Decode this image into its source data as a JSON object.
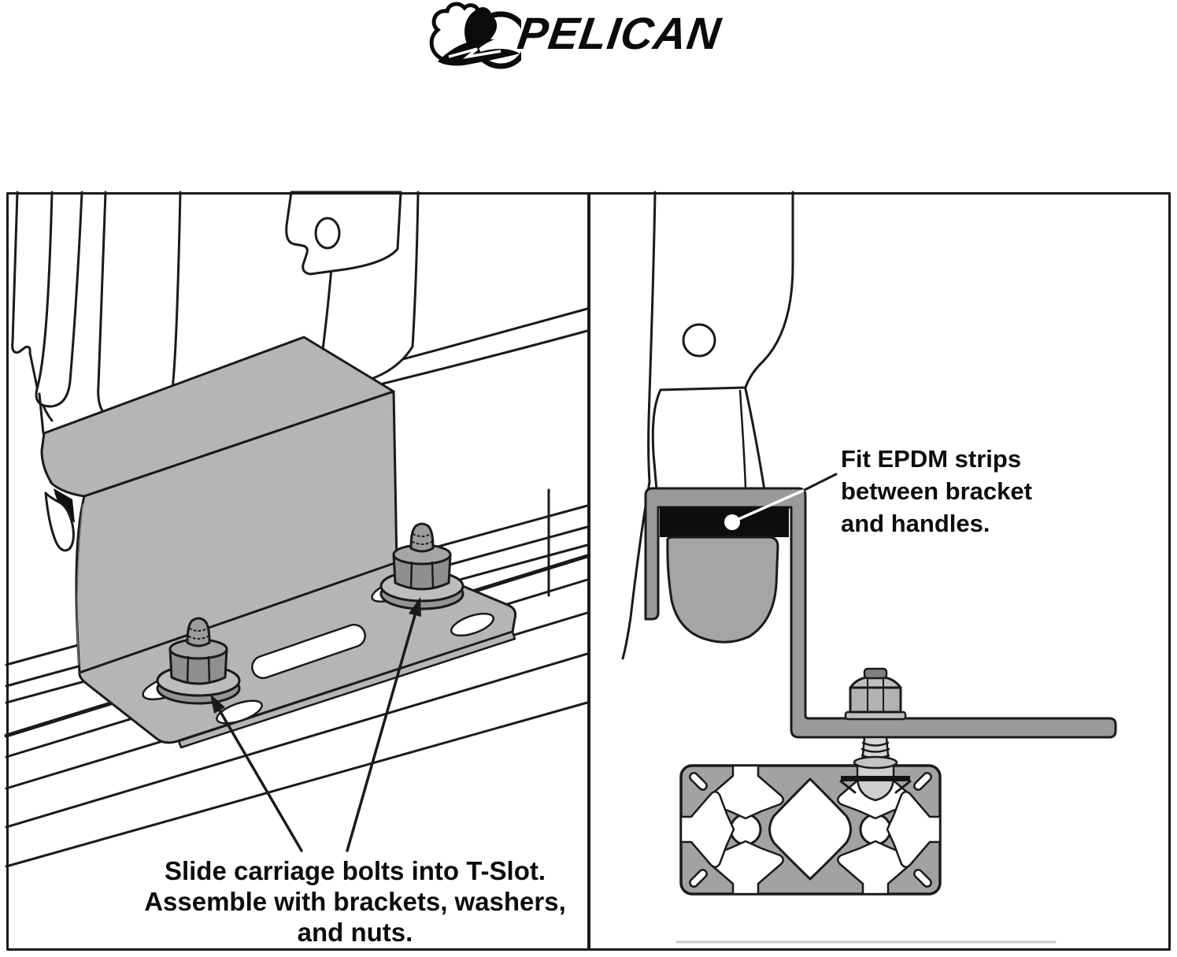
{
  "logo": {
    "brand": "PELICAN",
    "icon": "pelican-bird-icon"
  },
  "panels": {
    "left": {
      "name": "carriage-bolt-installation-step",
      "caption": {
        "lines": [
          "Slide carriage bolts into T-Slot.",
          "Assemble with brackets, washers,",
          "and nuts."
        ]
      }
    },
    "right": {
      "name": "epdm-strip-placement-step",
      "caption": {
        "lines": [
          "Fit EPDM strips",
          "between bracket",
          "and handles."
        ]
      }
    }
  },
  "colors": {
    "line": "#1a1a1a",
    "bracket_gray": "#b5b5b5",
    "hook_gray": "#9a9a9a",
    "handle_gray": "#a5a5a5",
    "extrusion_gray": "#a2a2a2",
    "epdm_black": "#0d0d0d",
    "background": "#ffffff"
  }
}
